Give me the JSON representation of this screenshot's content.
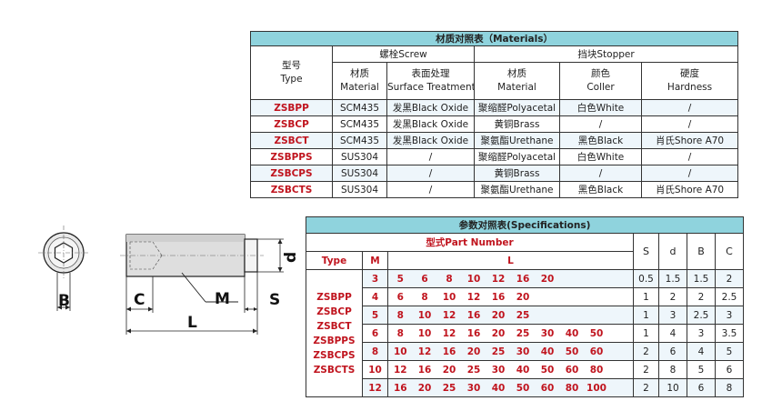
{
  "materials": {
    "title": "材质对照表（Materials）",
    "type_label_cn": "型号",
    "type_label_en": "Type",
    "screw_group": "螺栓Screw",
    "stopper_group": "挡块Stopper",
    "cols": [
      {
        "cn": "材质",
        "en": "Material"
      },
      {
        "cn": "表面处理",
        "en": "Surface Treatment"
      },
      {
        "cn": "材质",
        "en": "Material"
      },
      {
        "cn": "颜色",
        "en": "Coller"
      },
      {
        "cn": "硬度",
        "en": "Hardness"
      }
    ],
    "rows": [
      {
        "type": "ZSBPP",
        "cells": [
          "SCM435",
          "发黑Black Oxide",
          "聚缩醛Polyacetal",
          "白色White",
          "/"
        ]
      },
      {
        "type": "ZSBCP",
        "cells": [
          "SCM435",
          "发黑Black Oxide",
          "黄铜Brass",
          "/",
          "/"
        ]
      },
      {
        "type": "ZSBCT",
        "cells": [
          "SCM435",
          "发黑Black Oxide",
          "聚氨酯Urethane",
          "黑色Black",
          "肖氏Shore A70"
        ]
      },
      {
        "type": "ZSBPPS",
        "cells": [
          "SUS304",
          "/",
          "聚缩醛Polyacetal",
          "白色White",
          "/"
        ]
      },
      {
        "type": "ZSBCPS",
        "cells": [
          "SUS304",
          "/",
          "黄铜Brass",
          "/",
          "/"
        ]
      },
      {
        "type": "ZSBCTS",
        "cells": [
          "SUS304",
          "/",
          "聚氨酯Urethane",
          "黑色Black",
          "肖氏Shore A70"
        ]
      }
    ]
  },
  "specs": {
    "title": "参数对照表(Specifications)",
    "part_number": "型式Part Number",
    "type_header": "Type",
    "m_header": "M",
    "l_header": "L",
    "s_header": "S",
    "d_header": "d",
    "b_header": "B",
    "c_header": "C",
    "types": [
      "ZSBPP",
      "ZSBCP",
      "ZSBCT",
      "ZSBPPS",
      "ZSBCPS",
      "ZSBCTS"
    ],
    "rows": [
      {
        "m": "3",
        "l": [
          "5",
          "6",
          "8",
          "10",
          "12",
          "16",
          "20",
          "",
          "",
          ""
        ],
        "s": "0.5",
        "d": "1.5",
        "b": "1.5",
        "c": "2"
      },
      {
        "m": "4",
        "l": [
          "6",
          "8",
          "10",
          "12",
          "16",
          "20",
          "",
          "",
          "",
          ""
        ],
        "s": "1",
        "d": "2",
        "b": "2",
        "c": "2.5"
      },
      {
        "m": "5",
        "l": [
          "8",
          "10",
          "12",
          "16",
          "20",
          "25",
          "",
          "",
          "",
          ""
        ],
        "s": "1",
        "d": "3",
        "b": "2.5",
        "c": "3"
      },
      {
        "m": "6",
        "l": [
          "8",
          "10",
          "12",
          "16",
          "20",
          "25",
          "30",
          "40",
          "50",
          ""
        ],
        "s": "1",
        "d": "4",
        "b": "3",
        "c": "3.5"
      },
      {
        "m": "8",
        "l": [
          "10",
          "12",
          "16",
          "20",
          "25",
          "30",
          "40",
          "50",
          "60",
          ""
        ],
        "s": "2",
        "d": "6",
        "b": "4",
        "c": "5"
      },
      {
        "m": "10",
        "l": [
          "12",
          "16",
          "20",
          "25",
          "30",
          "40",
          "50",
          "60",
          "80",
          ""
        ],
        "s": "2",
        "d": "8",
        "b": "5",
        "c": "6"
      },
      {
        "m": "12",
        "l": [
          "16",
          "20",
          "25",
          "30",
          "40",
          "50",
          "60",
          "80",
          "100",
          ""
        ],
        "s": "2",
        "d": "10",
        "b": "6",
        "c": "8"
      }
    ]
  },
  "drawing": {
    "label_b": "B",
    "label_c": "C",
    "label_m": "M",
    "label_s": "S",
    "label_l": "L",
    "label_d": "d"
  }
}
